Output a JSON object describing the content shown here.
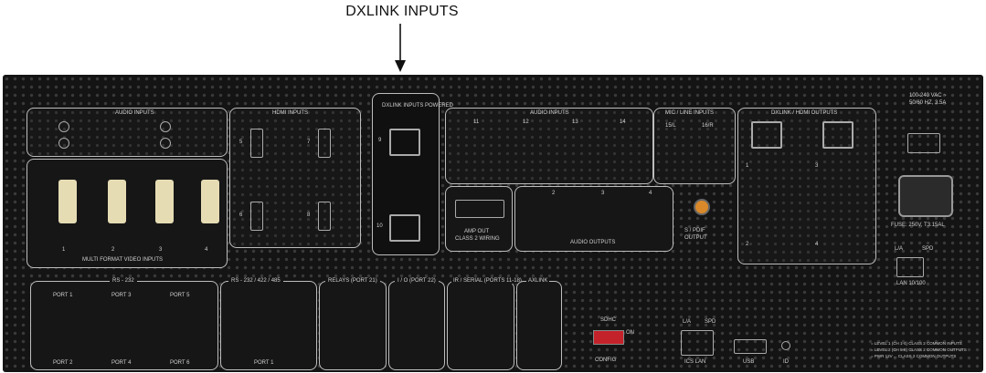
{
  "callout": {
    "label": "DXLINK INPUTS"
  },
  "panels": {
    "audio_inputs_left": "AUDIO INPUTS",
    "hdmi_inputs": "HDMI INPUTS",
    "dxlink_inputs": "DXLINK INPUTS POWERED",
    "audio_inputs_right": "AUDIO INPUTS",
    "mic_line_inputs": "MIC / LINE INPUTS",
    "dxlink_hdmi_outputs": "DXLINK / HDMI OUTPUTS",
    "multi_format_video": "MULTI FORMAT VIDEO INPUTS",
    "amp_out": "AMP OUT",
    "amp_out_sub": "CLASS 2 WIRING",
    "audio_outputs": "AUDIO OUTPUTS",
    "spdif": "S / PDIF",
    "spdif_sub": "OUTPUT",
    "power_rating": "100-240 VAC ~",
    "power_rating_2": "50/60 HZ, 3.5A",
    "fuse": "FUSE: 250V, T3.15AL",
    "lan_la": "L/A",
    "lan_spd": "SPD",
    "lan_label": "LAN 10/100",
    "rs232": "RS - 232",
    "rs232_422_485": "RS - 232 / 422 / 485",
    "relays": "RELAYS (PORT 21)",
    "io": "I / O (PORT 22)",
    "ir_serial": "IR / SERIAL (PORTS 11-18)",
    "axlink": "AXLINK",
    "config": "CONFIG",
    "on": "ON",
    "ics_lan": "ICS LAN",
    "usb": "USB",
    "id": "ID",
    "sdhc": "SDHC"
  },
  "audio_in_channels": [
    "11",
    "12",
    "13",
    "14"
  ],
  "mic_channels": [
    "15/L",
    "16/R"
  ],
  "audio_out_channels": [
    "2",
    "3",
    "4"
  ],
  "hdmi_ports": [
    "5",
    "7",
    "6",
    "8"
  ],
  "dvi_ports": [
    "1",
    "2",
    "3",
    "4"
  ],
  "dxlink_ports": [
    "9",
    "10"
  ],
  "out_ports": [
    "1",
    "3",
    "2",
    "4"
  ],
  "port_numbers": [
    "PORT 1",
    "PORT 3",
    "PORT 5",
    "PORT 2",
    "PORT 4",
    "PORT 6",
    "PORT 1"
  ],
  "legend": [
    "= LEVEL 1 (CH 1-4) CLASS 2 COMMON INPUTS",
    "= LEVEL 2 (CH 5-8) CLASS 2 COMMON OUTPUTS",
    "= PWR 12V ... CLASS 2 COMMON OUTPUTS"
  ]
}
